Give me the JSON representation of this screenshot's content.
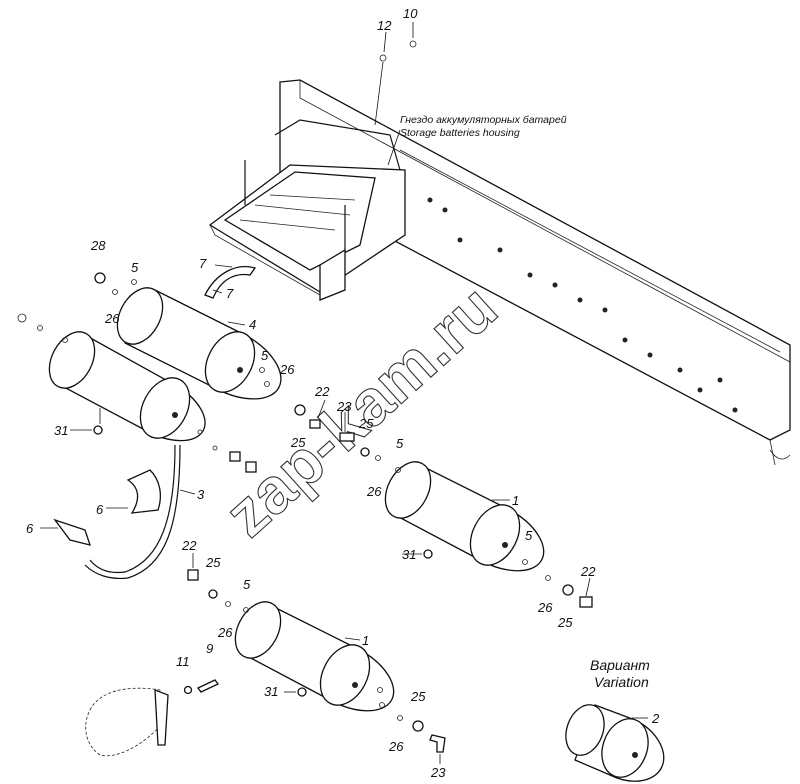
{
  "captions": {
    "housing_ru": "Гнездо аккумуляторных батарей",
    "housing_en": "Storage batteries housing",
    "variant_ru": "Вариант",
    "variant_en": "Variation"
  },
  "watermark": "zap-kam.ru",
  "callouts": [
    "10",
    "12",
    "28",
    "5",
    "26",
    "7",
    "7",
    "4",
    "5",
    "26",
    "22",
    "23",
    "25",
    "31",
    "25",
    "5",
    "26",
    "3",
    "6",
    "6",
    "1",
    "5",
    "31",
    "22",
    "25",
    "5",
    "26",
    "22",
    "26",
    "25",
    "1",
    "9",
    "11",
    "31",
    "25",
    "26",
    "23",
    "2"
  ]
}
